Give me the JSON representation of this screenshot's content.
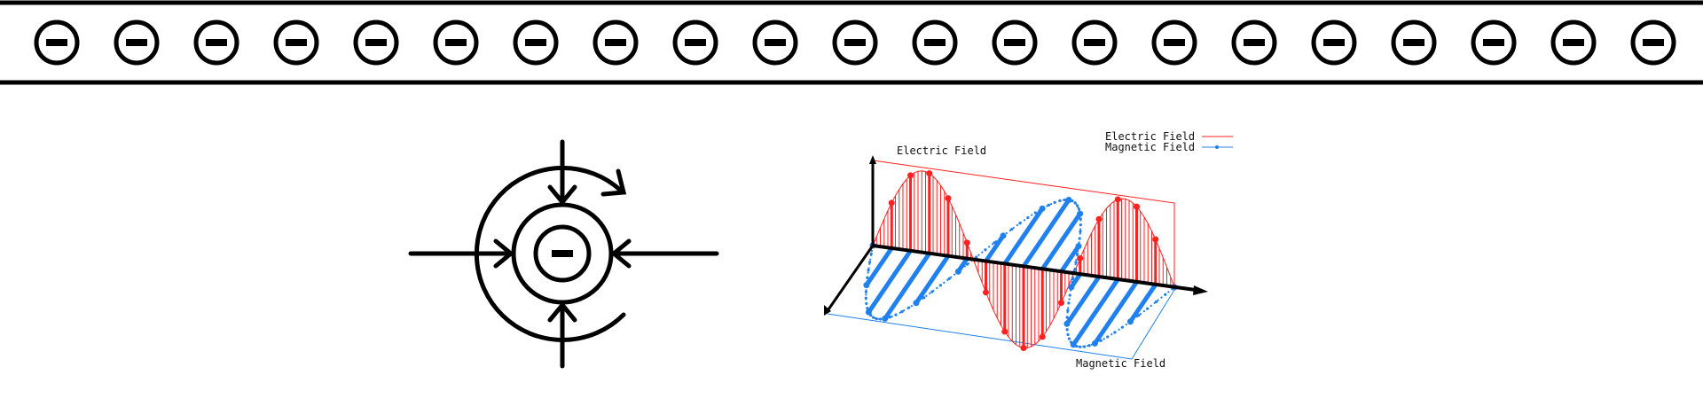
{
  "electron_row": {
    "count": 21,
    "symbol": "−",
    "stroke_color": "#000000"
  },
  "field_diagram": {
    "top_label": "Electric Field",
    "bottom_label": "Magnetic Field",
    "legend": [
      {
        "label": "Electric Field",
        "color": "#ff2020"
      },
      {
        "label": "Magnetic Field",
        "color": "#2080ee"
      }
    ]
  }
}
